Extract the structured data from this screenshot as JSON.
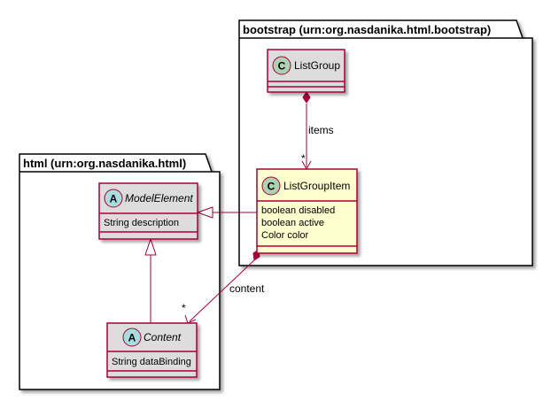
{
  "packages": {
    "bootstrap": {
      "title": "bootstrap (urn:org.nasdanika.html.bootstrap)"
    },
    "html": {
      "title": "html (urn:org.nasdanika.html)"
    }
  },
  "classes": {
    "list_group": {
      "stereotype_letter": "C",
      "name": "ListGroup",
      "attributes": []
    },
    "list_group_item": {
      "stereotype_letter": "C",
      "name": "ListGroupItem",
      "attributes": [
        "boolean disabled",
        "boolean active",
        "Color color"
      ]
    },
    "model_element": {
      "stereotype_letter": "A",
      "name": "ModelElement",
      "attributes": [
        "String description"
      ]
    },
    "content": {
      "stereotype_letter": "A",
      "name": "Content",
      "attributes": [
        "String dataBinding"
      ]
    }
  },
  "relations": {
    "items": {
      "label": "items",
      "multiplicity": "*"
    },
    "content": {
      "label": "content",
      "multiplicity": "*"
    }
  },
  "colors": {
    "border": "#A80036",
    "class_fill": "#DDDDDD",
    "highlight_fill": "#FEFECE",
    "class_badge": "#ADD1B2",
    "abstract_badge": "#A9DCDF"
  }
}
